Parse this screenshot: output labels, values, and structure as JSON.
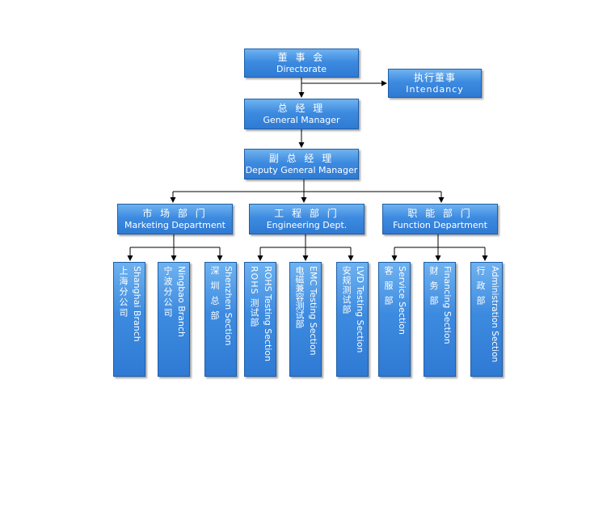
{
  "top": {
    "directorate": {
      "zh": "董 事 会",
      "en": "Directorate"
    },
    "intendancy": {
      "zh": "执行董事",
      "en": "Intendancy"
    },
    "general_manager": {
      "zh": "总 经 理",
      "en": "General Manager"
    },
    "deputy_gm": {
      "zh": "副 总 经 理",
      "en": "Deputy General Manager"
    }
  },
  "departments": [
    {
      "zh": "市 场 部 门",
      "en": "Marketing Department",
      "sections": [
        {
          "en": "Shanghai Branch",
          "zh": "上海分公司"
        },
        {
          "en": "Ningbao Branch",
          "zh": "宁波分公司"
        },
        {
          "en": "Shenzhen Section",
          "zh": "深 圳 总 部"
        }
      ]
    },
    {
      "zh": "工 程 部 门",
      "en": "Engineering  Dept.",
      "sections": [
        {
          "en": "ROHS Testing Section",
          "zh": "ROHS 测试部"
        },
        {
          "en": "EMC Testing Section",
          "zh": "电磁兼容测试部"
        },
        {
          "en": "LVD Testing Section",
          "zh": "安规测试部"
        }
      ]
    },
    {
      "zh": "职 能 部 门",
      "en": "Function Department",
      "sections": [
        {
          "en": "Service Section",
          "zh": "客 服 部"
        },
        {
          "en": "Financing Section",
          "zh": "财 务 部"
        },
        {
          "en": "Administration Section",
          "zh": "行 政 部"
        }
      ]
    }
  ]
}
